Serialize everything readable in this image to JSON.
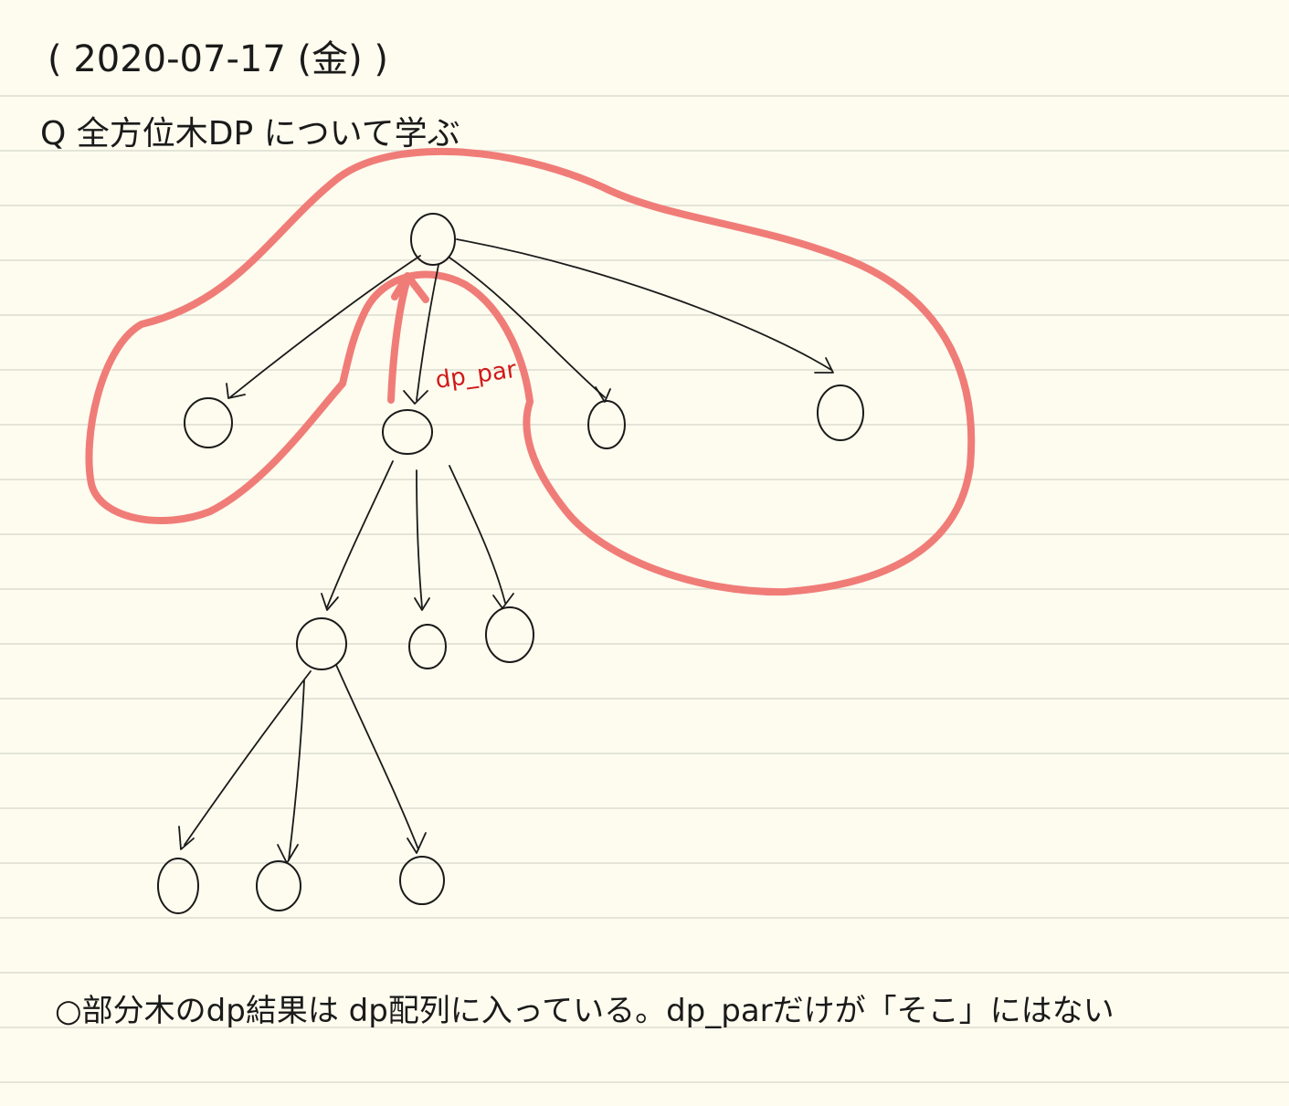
{
  "header": {
    "date": "( 2020-07-17 (金) )",
    "question": "Q 全方位木DP について学ぶ"
  },
  "diagram": {
    "label_dp_par": "dp_par"
  },
  "note": {
    "text": "○部分木のdp結果は dp配列に入っている。dp_parだけが「そこ」にはない"
  },
  "colors": {
    "paper": "#fdfcef",
    "ink": "#1a1a1a",
    "highlight": "#f07c78",
    "red_ink": "#d11a1a",
    "rules": "#dcdcd0"
  }
}
